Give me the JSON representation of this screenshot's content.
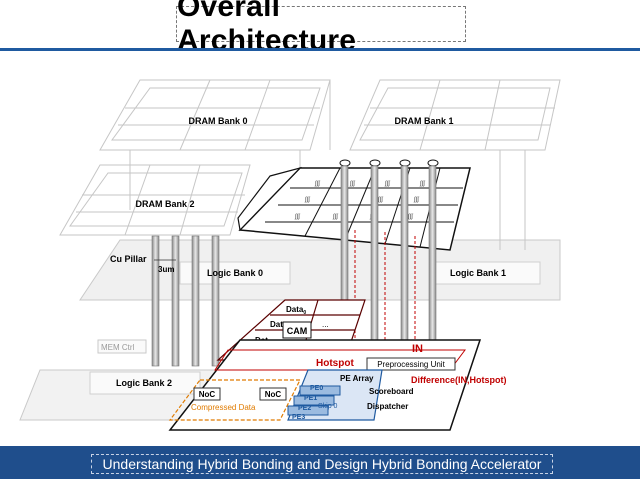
{
  "title": "Overall Architecture",
  "footer": "Understanding Hybrid Bonding and Design Hybrid Bonding Accelerator",
  "labels": {
    "dram0": "DRAM Bank 0",
    "dram1": "DRAM Bank 1",
    "dram2": "DRAM Bank 2",
    "cu_pillar": "Cu Pillar",
    "three_um": "3um",
    "logic0": "Logic Bank 0",
    "logic1": "Logic Bank 1",
    "logic2": "Logic Bank 2",
    "mem_ctrl": "MEM Ctrl",
    "data0": "Data",
    "data_sub": "0",
    "dat1": "Dat",
    "dat2": "Dat",
    "cam": "CAM",
    "dots": "...",
    "in": "IN",
    "hotspot": "Hotspot",
    "preprocessing": "Preprocessing Unit",
    "difference": "Difference(IN,Hotspot)",
    "pe_array": "PE Array",
    "scoreboard": "Scoreboard",
    "dispatcher": "Dispatcher",
    "noc1": "NoC",
    "noc2": "NoC",
    "compressed": "Compressed Data",
    "pe0": "PE0",
    "pe1": "PE1",
    "pe2": "PE2",
    "pe3": "PE3",
    "skip": "Skip 0"
  },
  "colors": {
    "title_rule": "#1f5aa0",
    "footer_bg": "#1f4e8c",
    "accent_red": "#c00000",
    "noc_orange": "#e07b00",
    "pe_blue": "#1f5aa0"
  }
}
